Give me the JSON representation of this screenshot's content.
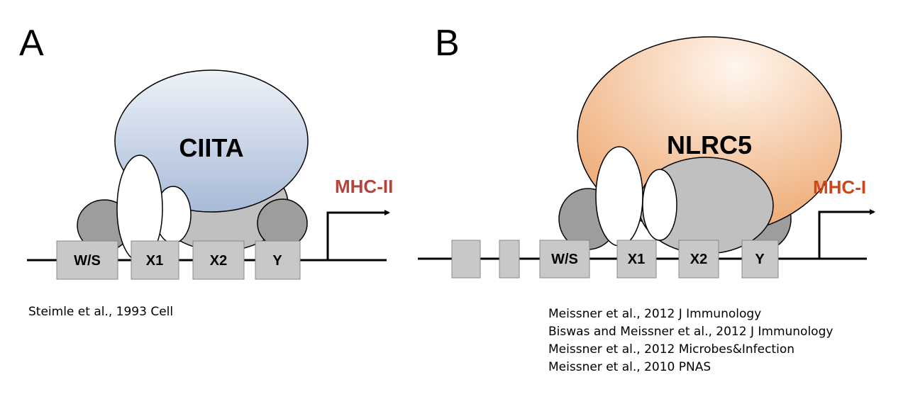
{
  "panels": [
    {
      "letter": "A",
      "protein": "CIITA",
      "gene": "MHC-II",
      "gene_color": "#b5443c",
      "protein_color": "#a9bcd9",
      "boxes": [
        "W/S",
        "X1",
        "X2",
        "Y"
      ],
      "references": [
        "Steimle et al., 1993 Cell"
      ]
    },
    {
      "letter": "B",
      "protein": "NLRC5",
      "gene": "MHC-I",
      "gene_color": "#c9481c",
      "protein_color": "#eeaa70",
      "boxes": [
        "W/S",
        "X1",
        "X2",
        "Y"
      ],
      "references": [
        "Meissner et al., 2012 J Immunology",
        "Biswas and Meissner et al., 2012 J Immunology",
        "Meissner et al., 2012 Microbes&Infection",
        "Meissner et al., 2010 PNAS"
      ]
    }
  ]
}
